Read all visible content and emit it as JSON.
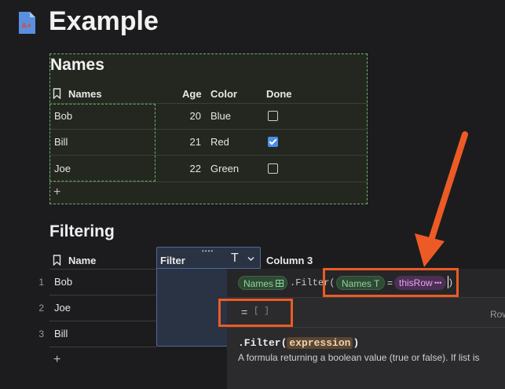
{
  "page": {
    "title": "Example"
  },
  "names_table": {
    "heading": "Names",
    "columns": [
      "Names",
      "Age",
      "Color",
      "Done"
    ],
    "rows": [
      {
        "name": "Bob",
        "age": "20",
        "color": "Blue",
        "done": false
      },
      {
        "name": "Bill",
        "age": "21",
        "color": "Red",
        "done": true
      },
      {
        "name": "Joe",
        "age": "22",
        "color": "Green",
        "done": false
      }
    ],
    "add_label": "+"
  },
  "filtering_table": {
    "heading": "Filtering",
    "columns": {
      "name": "Name",
      "filter": "Filter",
      "column3": "Column 3"
    },
    "rows": [
      {
        "num": "1",
        "name": "Bob"
      },
      {
        "num": "2",
        "name": "Joe"
      },
      {
        "num": "3",
        "name": "Bill"
      }
    ],
    "add_label": "+",
    "filter_type_glyph": "T"
  },
  "formula": {
    "table_chip": "Names",
    "method": ".Filter(",
    "arg_chip": "Names",
    "equals": "=",
    "this_row_chip": "thisRow",
    "close": ")",
    "result_equals": "=",
    "result_value": "[ ]",
    "side_label": "Row",
    "help_signature_prefix": ".Filter(",
    "help_signature_arg": "expression",
    "help_signature_suffix": ")",
    "help_text": "A formula returning a boolean value (true or false). If list is"
  },
  "colors": {
    "accent_orange": "#ec5b25",
    "selection_green": "#6fae6f",
    "checkbox_blue": "#4a8fe7"
  }
}
